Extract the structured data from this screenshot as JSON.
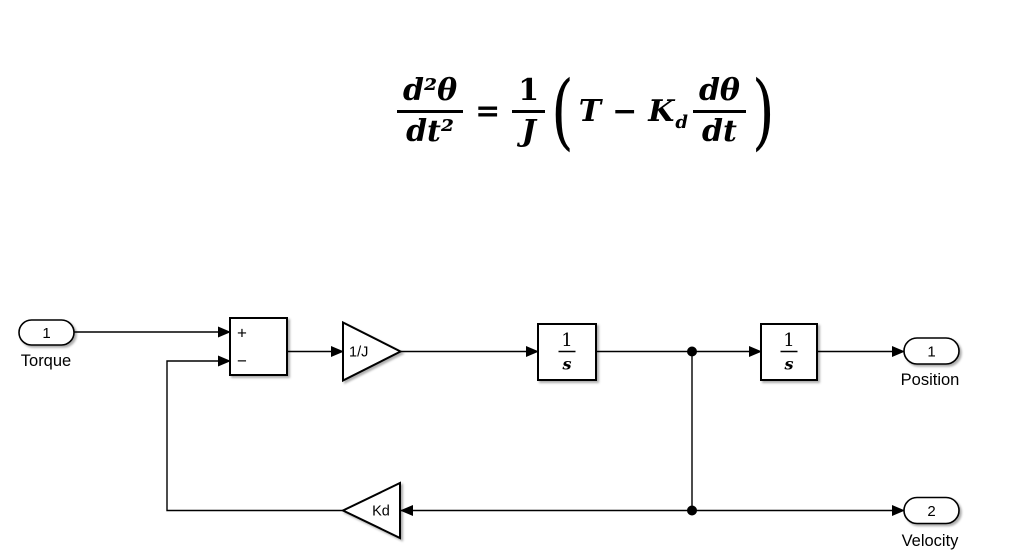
{
  "equation": {
    "lhs_num": "d²θ",
    "lhs_den": "dt²",
    "equals": "=",
    "inv_num": "1",
    "inv_den": "J",
    "lparen": "(",
    "torque_symbol": "T",
    "minus": "−",
    "gain_symbol": "K",
    "gain_subscript": "d",
    "deriv_num": "dθ",
    "deriv_den": "dt",
    "rparen": ")"
  },
  "diagram": {
    "inport": {
      "number": "1",
      "label": "Torque"
    },
    "sum_block": {
      "plus_sign": "+",
      "minus_sign": "−"
    },
    "inertia_gain": {
      "label": "1/J"
    },
    "integrator1": {
      "numerator": "1",
      "denominator": "s"
    },
    "integrator2": {
      "numerator": "1",
      "denominator": "s"
    },
    "position_outport": {
      "number": "1",
      "label": "Position"
    },
    "velocity_outport": {
      "number": "2",
      "label": "Velocity"
    },
    "damping_gain": {
      "label": "Kd"
    }
  },
  "colors": {
    "stroke": "#000000",
    "text": "#000000",
    "fill": "#ffffff",
    "background": "#ffffff",
    "shadow": "rgba(0,0,0,0.32)"
  }
}
